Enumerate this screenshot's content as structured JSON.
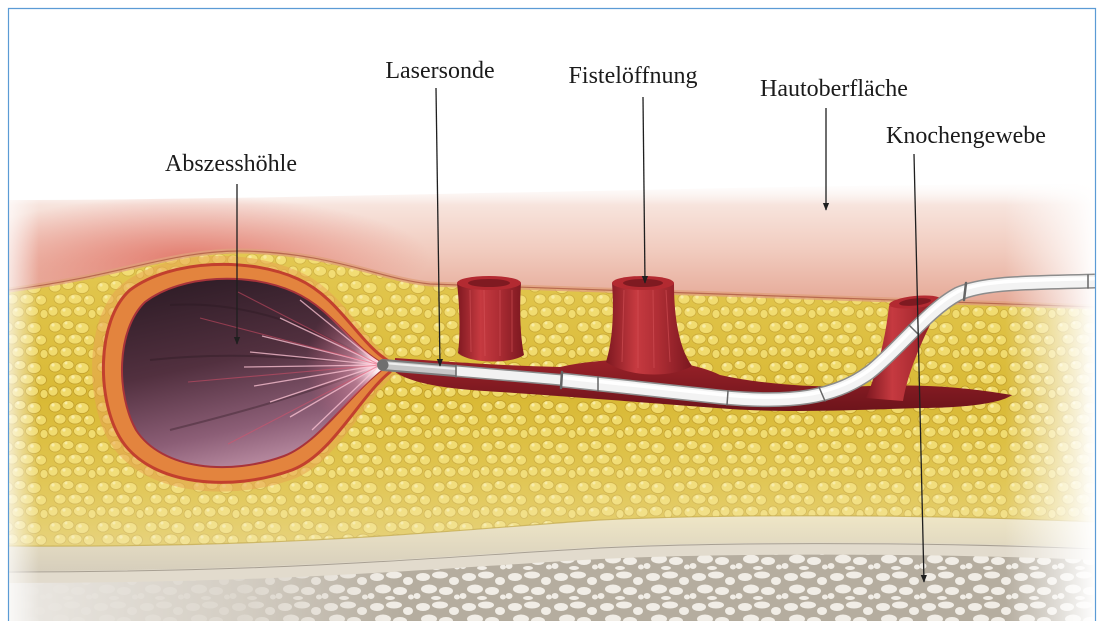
{
  "figure": {
    "labels": {
      "abscess_cavity": "Abszesshöhle",
      "laser_probe": "Lasersonde",
      "fistula_opening": "Fistelöffnung",
      "skin_surface": "Hautoberfläche",
      "bone_tissue": "Knochengewebe"
    }
  }
}
